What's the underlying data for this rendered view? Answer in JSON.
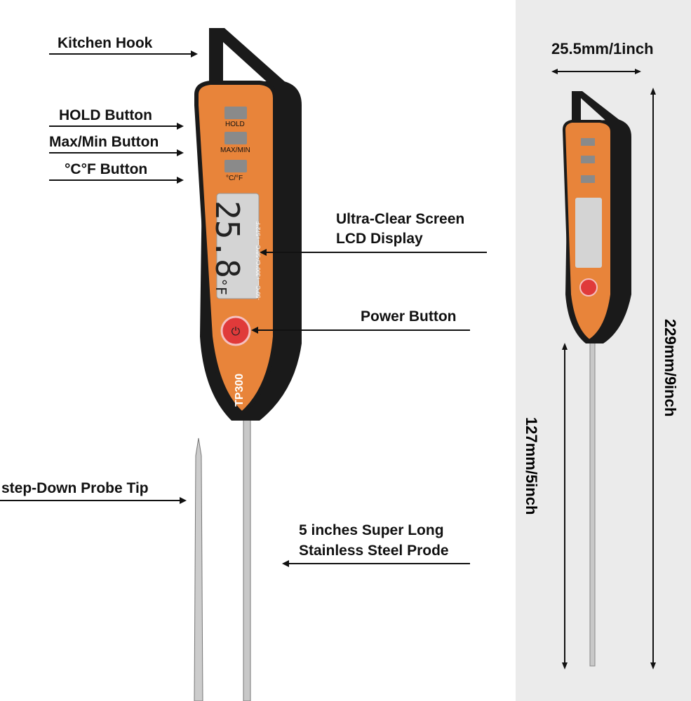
{
  "labels": {
    "kitchen_hook": "Kitchen Hook",
    "hold_button": "HOLD Button",
    "maxmin_button": "Max/Min Button",
    "cf_button": "°C°F Button",
    "screen_line1": "Ultra-Clear Screen",
    "screen_line2": "LCD Display",
    "power_button": "Power Button",
    "probe_tip": "step-Down Probe Tip",
    "probe_line1": "5 inches Super Long",
    "probe_line2": "Stainless Steel Prode"
  },
  "device": {
    "hold": "HOLD",
    "maxmin": "MAX/MIN",
    "cf": "°C/°F",
    "model": "TP300",
    "lcd_reading": "25.8",
    "lcd_unit": "°F",
    "range": "-50°C—+300°C/-58°C—+572°F"
  },
  "dimensions": {
    "width": "25.5mm/1inch",
    "total_length": "229mm/9inch",
    "probe_length": "127mm/5inch"
  },
  "colors": {
    "orange": "#e8843a",
    "black": "#1a1a1a",
    "lcd": "#d4d4d4",
    "power": "#e03a3a",
    "panel": "#ebebeb"
  }
}
